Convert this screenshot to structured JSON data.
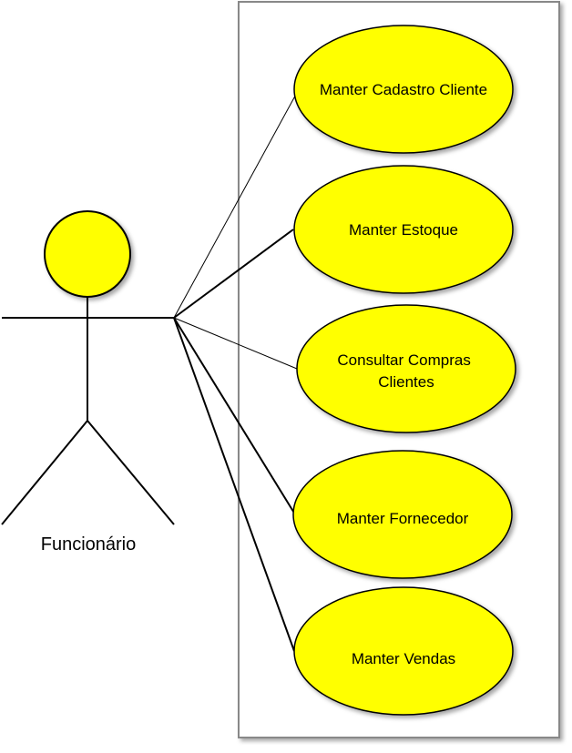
{
  "diagram": {
    "type": "use-case",
    "actor": {
      "name": "Funcionário"
    },
    "use_cases": [
      {
        "id": "uc1",
        "lines": [
          "Manter Cadastro Cliente"
        ]
      },
      {
        "id": "uc2",
        "lines": [
          "Manter Estoque"
        ]
      },
      {
        "id": "uc3",
        "lines": [
          "Consultar Compras",
          "Clientes"
        ]
      },
      {
        "id": "uc4",
        "lines": [
          "Manter Fornecedor"
        ]
      },
      {
        "id": "uc5",
        "lines": [
          "Manter Vendas"
        ]
      }
    ],
    "colors": {
      "use_case_fill": "#ffff00",
      "actor_head_fill": "#ffff00",
      "stroke": "#000000",
      "boundary": "#888888"
    }
  }
}
